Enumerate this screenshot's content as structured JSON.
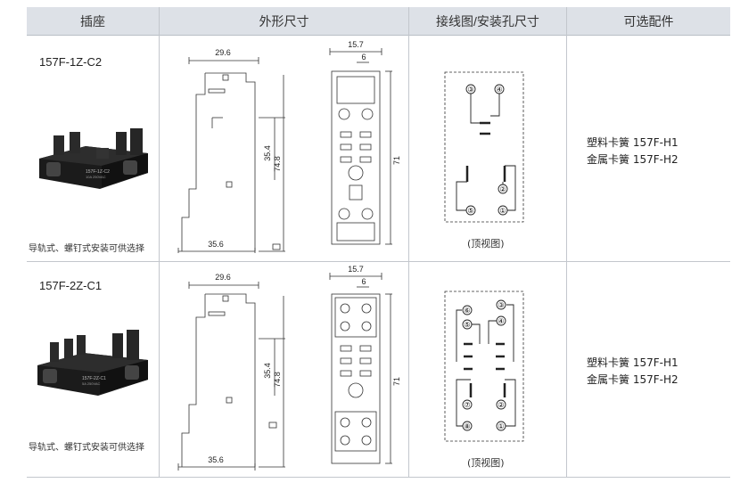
{
  "headers": {
    "socket": "插座",
    "dimensions": "外形尺寸",
    "wiring": "接线图/安装孔尺寸",
    "accessories": "可选配件"
  },
  "rows": [
    {
      "model": "157F-1Z-C2",
      "note": "导轨式、螺钉式安装可供选择",
      "side_dims": {
        "top": "29.6",
        "height_inner": "35.4",
        "height_total": "74.8",
        "bottom": "35.6"
      },
      "front_dims": {
        "width": "15.7",
        "inner": "6",
        "height": "71"
      },
      "socket_label": "157F-1Z-C2",
      "pins": [
        "③",
        "④",
        "②",
        "⑤",
        "①"
      ],
      "caption": "(顶视图)",
      "accessory_1": "塑料卡簧  157F-H1",
      "accessory_2": "金属卡簧  157F-H2"
    },
    {
      "model": "157F-2Z-C1",
      "note": "导轨式、螺钉式安装可供选择",
      "side_dims": {
        "top": "29.6",
        "height_inner": "35.4",
        "height_total": "74.8",
        "bottom": "35.6"
      },
      "front_dims": {
        "width": "15.7",
        "inner": "6",
        "height": "71"
      },
      "socket_label": "157F-2Z-C1",
      "pins": [
        "⑥",
        "③",
        "⑤",
        "④",
        "⑦",
        "②",
        "⑧",
        "①"
      ],
      "caption": "(顶视图)",
      "accessory_1": "塑料卡簧  157F-H1",
      "accessory_2": "金属卡簧  157F-H2"
    }
  ]
}
